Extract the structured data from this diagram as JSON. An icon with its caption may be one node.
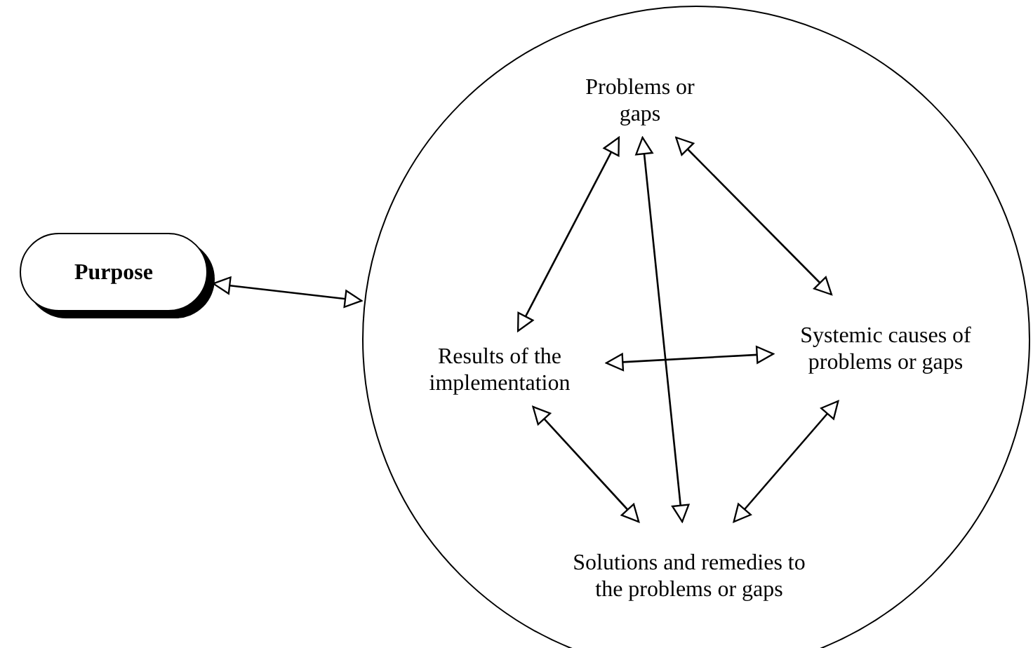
{
  "diagram": {
    "nodes": [
      {
        "text": [
          "Purpose"
        ]
      },
      {
        "text": [],
        "shape": "circle"
      },
      {
        "text": [
          "Problems or gaps"
        ],
        "in": 1
      },
      {
        "text": [
          "Results of the implementation"
        ],
        "in": 1
      },
      {
        "text": [
          "Systemic causes of problems or gaps"
        ],
        "in": 1
      },
      {
        "text": [
          "Solutions and remedies to the problems or gaps"
        ],
        "in": 1
      }
    ],
    "edges": [
      {
        "from": 0,
        "to": 1,
        "arrow": "both"
      },
      {
        "from": 2,
        "to": 4,
        "arrow": "both"
      },
      {
        "from": 4,
        "to": 5,
        "arrow": "both"
      },
      {
        "from": 5,
        "to": 3,
        "arrow": "both"
      },
      {
        "from": 3,
        "to": 2,
        "arrow": "both"
      },
      {
        "from": 2,
        "to": 5,
        "arrow": "both"
      },
      {
        "from": 3,
        "to": 4,
        "arrow": "both"
      }
    ]
  }
}
